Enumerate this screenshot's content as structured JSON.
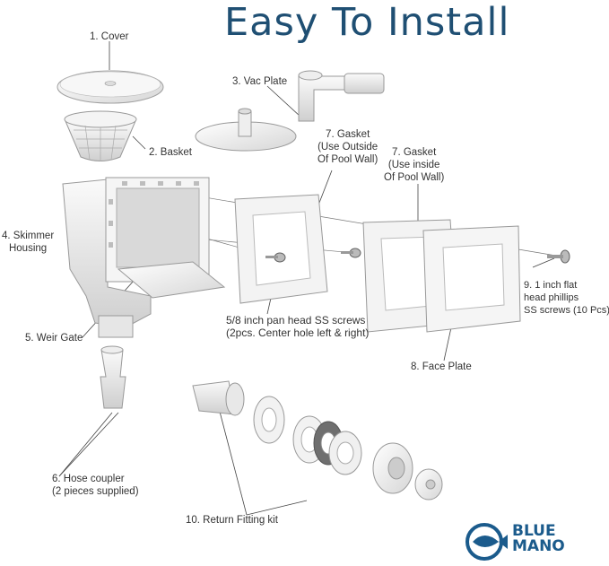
{
  "title": "Easy To Install",
  "labels": {
    "cover": "1. Cover",
    "basket": "2. Basket",
    "vac_plate": "3. Vac Plate",
    "gasket_outside": [
      "7. Gasket",
      "(Use Outside",
      "Of Pool Wall)"
    ],
    "gasket_inside": [
      "7. Gasket",
      "(Use inside",
      "Of Pool Wall)"
    ],
    "skimmer_housing": [
      "4. Skimmer",
      "Housing"
    ],
    "weir_gate": "5. Weir Gate",
    "pan_screws": [
      "5/8 inch pan head SS screws",
      "(2pcs. Center hole left & right)"
    ],
    "flat_screws": [
      "9. 1 inch flat",
      "head phillips",
      "SS screws (10 Pcs)"
    ],
    "face_plate": "8. Face Plate",
    "hose_coupler": [
      "6. Hose coupler",
      "(2 pieces supplied)"
    ],
    "return_fitting": "10. Return Fitting kit"
  },
  "logo": {
    "line1": "BLUE",
    "line2": "MANO",
    "icon": "fish-logo-icon",
    "color": "#1b5b8c"
  },
  "colors": {
    "title": "#1f4f73",
    "part_fill": "#f2f2f2",
    "part_stroke": "#9a9a9a"
  }
}
